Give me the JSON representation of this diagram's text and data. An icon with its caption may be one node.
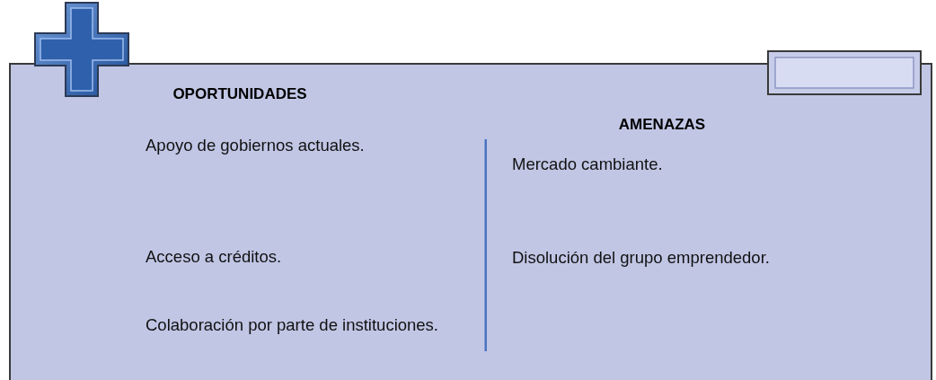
{
  "diagram": {
    "nodes": [
      {
        "text": [
          "OPORTUNIDADES",
          "Apoyo de gobiernos actuales.",
          "Acceso a créditos.",
          "Colaboración por parte de instituciones.",
          "AMENAZAS",
          "Mercado cambiante.",
          "Disolución del grupo emprendedor."
        ]
      }
    ]
  }
}
